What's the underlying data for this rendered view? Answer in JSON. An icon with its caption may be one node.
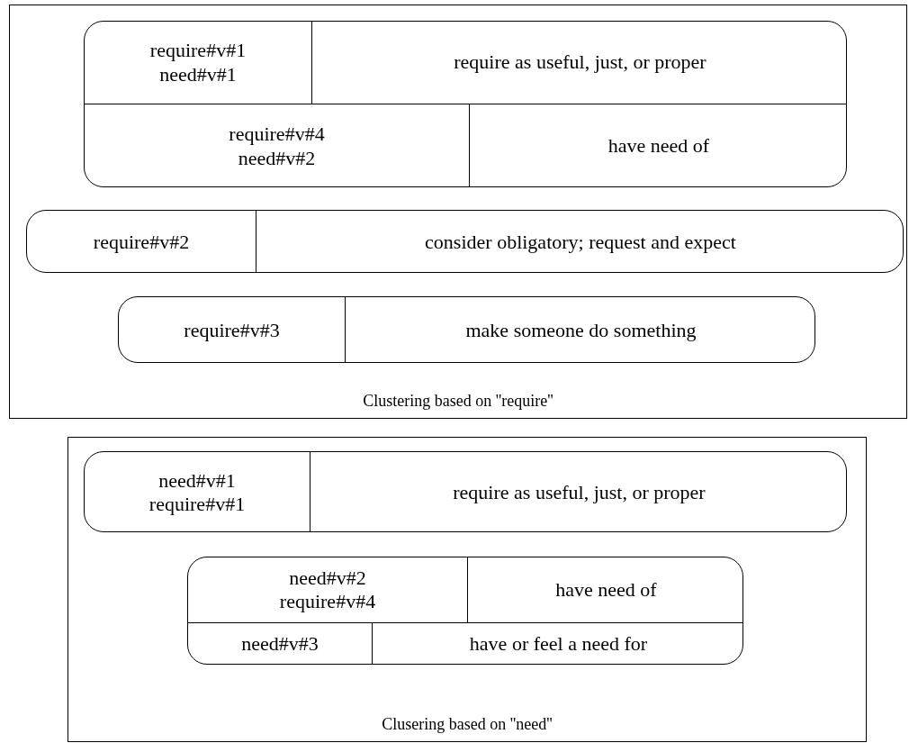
{
  "diagram": {
    "nodes": [
      {
        "text": [
          "Clustering based on ''require''"
        ]
      },
      {
        "text": [],
        "shape": "box",
        "in": 0
      },
      {
        "text": [
          "require#v#1 need#v#1"
        ],
        "in": 1
      },
      {
        "text": [
          "require as useful, just, or proper"
        ],
        "in": 1
      },
      {
        "text": [
          "require#v#4 need#v#2"
        ],
        "in": 1
      },
      {
        "text": [
          "have need of"
        ],
        "in": 1
      },
      {
        "text": [],
        "shape": "box",
        "in": 0
      },
      {
        "text": [
          "require#v#2"
        ],
        "in": 6
      },
      {
        "text": [
          "consider obligatory; request and expect"
        ],
        "in": 6
      },
      {
        "text": [],
        "shape": "box",
        "in": 0
      },
      {
        "text": [
          "require#v#3"
        ],
        "in": 9
      },
      {
        "text": [
          "make someone do something"
        ],
        "in": 9
      },
      {
        "text": [
          "Clusering based on ''need''"
        ]
      },
      {
        "text": [],
        "shape": "box",
        "in": 12
      },
      {
        "text": [
          "need#v#1 require#v#1"
        ],
        "in": 13
      },
      {
        "text": [
          "require as useful, just, or proper"
        ],
        "in": 13
      },
      {
        "text": [],
        "shape": "box",
        "in": 12
      },
      {
        "text": [
          "need#v#2 require#v#4"
        ],
        "in": 16
      },
      {
        "text": [
          "have need of"
        ],
        "in": 16
      },
      {
        "text": [
          "need#v#3"
        ],
        "in": 16
      },
      {
        "text": [
          "have or feel a need for"
        ],
        "in": 16
      }
    ]
  }
}
